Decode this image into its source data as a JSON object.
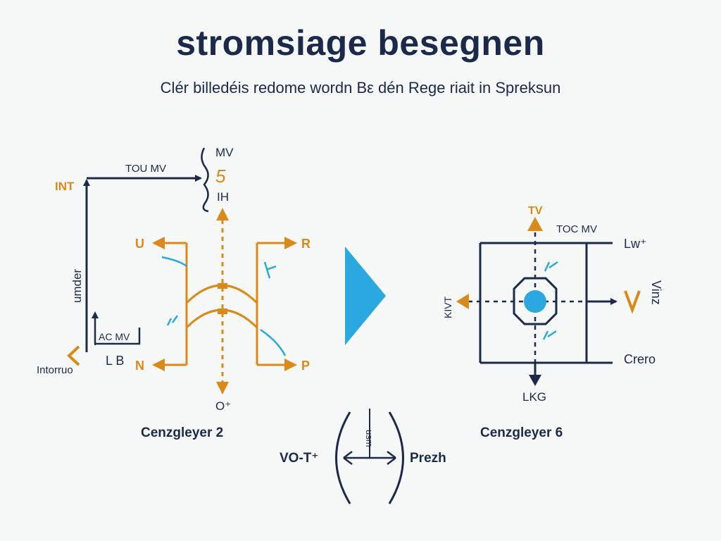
{
  "title": "stromsiage besegnen",
  "subtitle": "Clér billedéis redome wordn Bε dén Rege riait in Spreksun",
  "colors": {
    "navy": "#1b2a4a",
    "orange": "#d98a1a",
    "blue": "#2aa8e0",
    "background": "#f6f8f7"
  },
  "left": {
    "int": "INT",
    "tou_mv": "TOU MV",
    "bracket_top": "MV",
    "bracket_mid": "5",
    "bracket_bot": "IH",
    "under": "umder",
    "ac_mv": "AC MV",
    "lb": "L B",
    "intorruo": "Intorruo",
    "u": "U",
    "r": "R",
    "n": "N",
    "p": "P",
    "o_plus": "O⁺",
    "caption": "Cenzgleyer 2"
  },
  "right": {
    "tv": "TV",
    "toc_mv": "TOC MV",
    "lw": "Lw⁺",
    "kivt": "KIVT",
    "vint": "Vinz",
    "crero": "Crero",
    "lkg": "LKG",
    "caption": "Cenzgleyer 6"
  },
  "bottom": {
    "vot": "VO-T⁺",
    "vusm": "usm",
    "prezh": "Prezh"
  }
}
